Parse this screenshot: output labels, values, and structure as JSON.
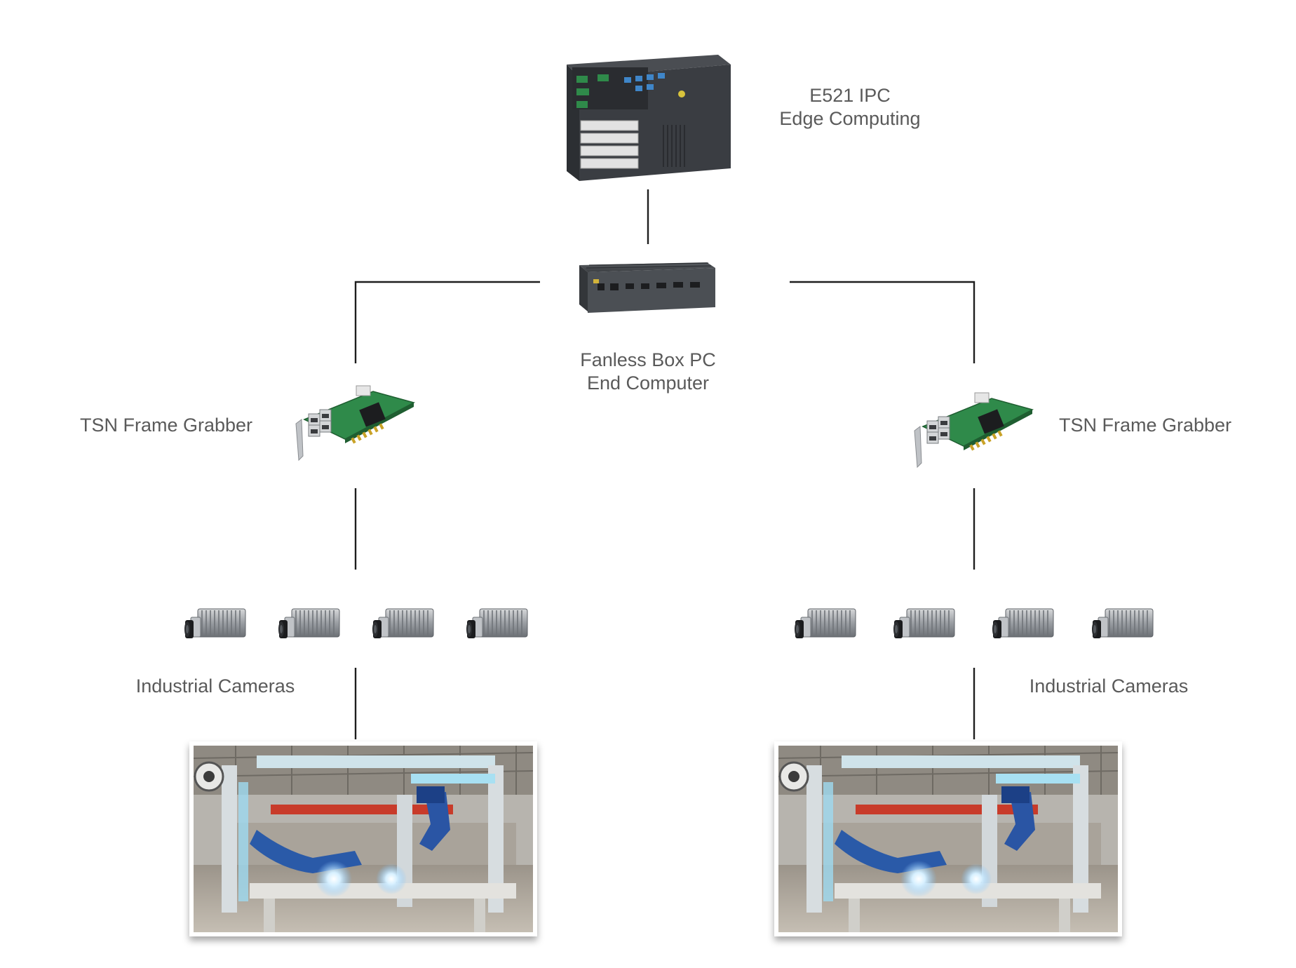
{
  "colors": {
    "line": "#1e1e1e",
    "text": "#5a5a5a",
    "device_dark": "#3a3d42",
    "board_green": "#2f8a4a"
  },
  "nodes": {
    "ipc": {
      "line1": "E521 IPC",
      "line2": "Edge Computing",
      "icon": "industrial-pc-icon"
    },
    "box_pc": {
      "line1": "Fanless Box PC",
      "line2": "End Computer",
      "icon": "fanless-box-pc-icon"
    },
    "grabber_left": {
      "label": "TSN Frame Grabber",
      "icon": "pcie-frame-grabber-icon"
    },
    "grabber_right": {
      "label": "TSN Frame Grabber",
      "icon": "pcie-frame-grabber-icon"
    },
    "cameras_left": {
      "label": "Industrial Cameras",
      "count": 4,
      "icon": "industrial-camera-icon"
    },
    "cameras_right": {
      "label": "Industrial Cameras",
      "count": 4,
      "icon": "industrial-camera-icon"
    },
    "photo_left": {
      "icon": "welding-robot-photo"
    },
    "photo_right": {
      "icon": "welding-robot-photo"
    }
  }
}
